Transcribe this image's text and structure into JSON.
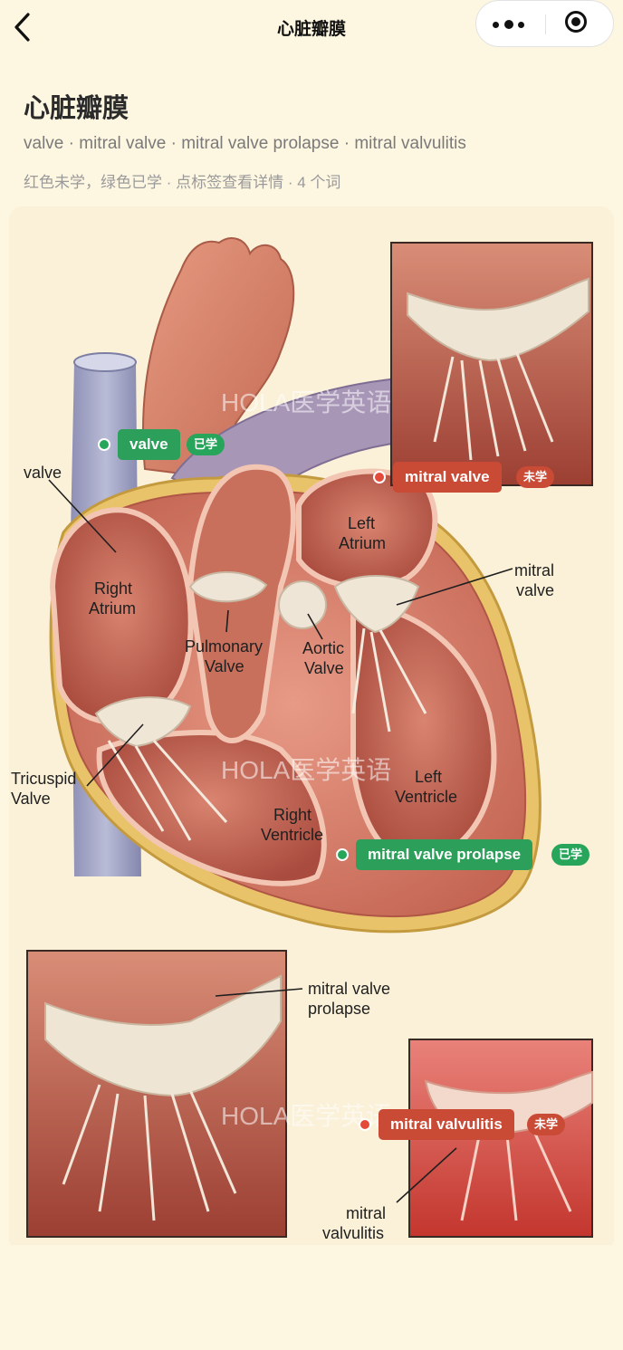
{
  "nav": {
    "title": "心脏瓣膜",
    "back_icon": "chevron-left-icon",
    "more_icon": "more-dots-icon",
    "close_icon": "target-close-icon"
  },
  "header": {
    "title": "心脏瓣膜",
    "terms": "valve · mitral valve · mitral valve prolapse · mitral valvulitis",
    "hint": "红色未学，绿色已学 · 点标签查看详情 · 4 个词"
  },
  "figure": {
    "watermark": "HOLA医学英语",
    "labels": {
      "valve": "valve",
      "right_atrium_1": "Right",
      "right_atrium_2": "Atrium",
      "pulmonary_1": "Pulmonary",
      "pulmonary_2": "Valve",
      "aortic_1": "Aortic",
      "aortic_2": "Valve",
      "left_atrium_1": "Left",
      "left_atrium_2": "Atrium",
      "mitral_1": "mitral",
      "mitral_2": "valve",
      "tricuspid_1": "Tricuspid",
      "tricuspid_2": "Valve",
      "left_ventricle_1": "Left",
      "left_ventricle_2": "Ventricle",
      "right_ventricle_1": "Right",
      "right_ventricle_2": "Ventricle",
      "prolapse_1": "mitral valve",
      "prolapse_2": "prolapse",
      "valvulitis_1": "mitral",
      "valvulitis_2": "valvulitis"
    }
  },
  "tags": [
    {
      "term": "valve",
      "status": "已学",
      "state": "learned",
      "color": "#2c9f5a"
    },
    {
      "term": "mitral valve",
      "status": "未学",
      "state": "unlearned",
      "color": "#c94a35"
    },
    {
      "term": "mitral valve prolapse",
      "status": "已学",
      "state": "learned",
      "color": "#2c9f5a"
    },
    {
      "term": "mitral valvulitis",
      "status": "未学",
      "state": "unlearned",
      "color": "#c94a35"
    }
  ]
}
